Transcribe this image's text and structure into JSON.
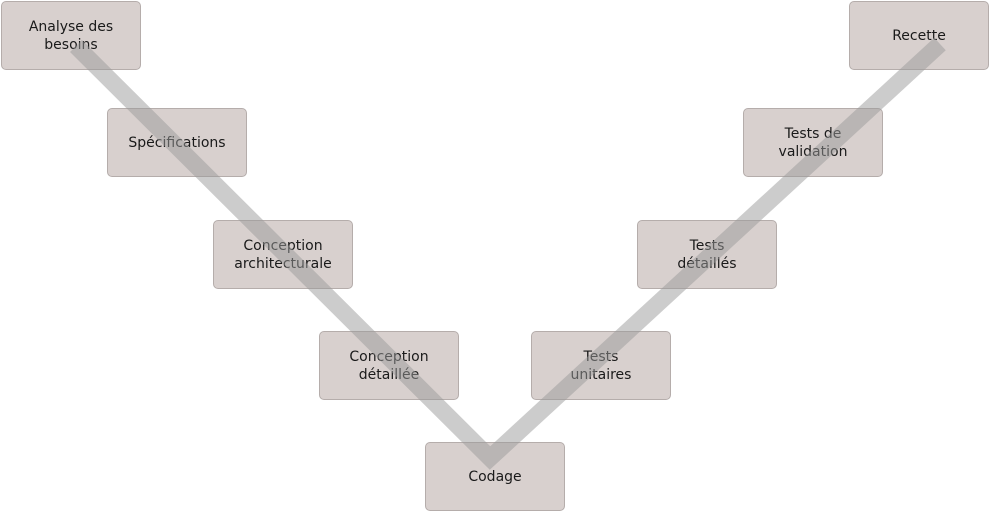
{
  "steps": [
    "Analyse des\nbesoins",
    "Spécifications",
    "Conception\narchitecturale",
    "Conception\ndétaillée",
    "Codage",
    "Tests\nunitaires",
    "Tests\ndétaillés",
    "Tests de\nvalidation",
    "Recette"
  ],
  "colors": {
    "box": "#d8d0ce",
    "band": "#9a9a9a"
  }
}
